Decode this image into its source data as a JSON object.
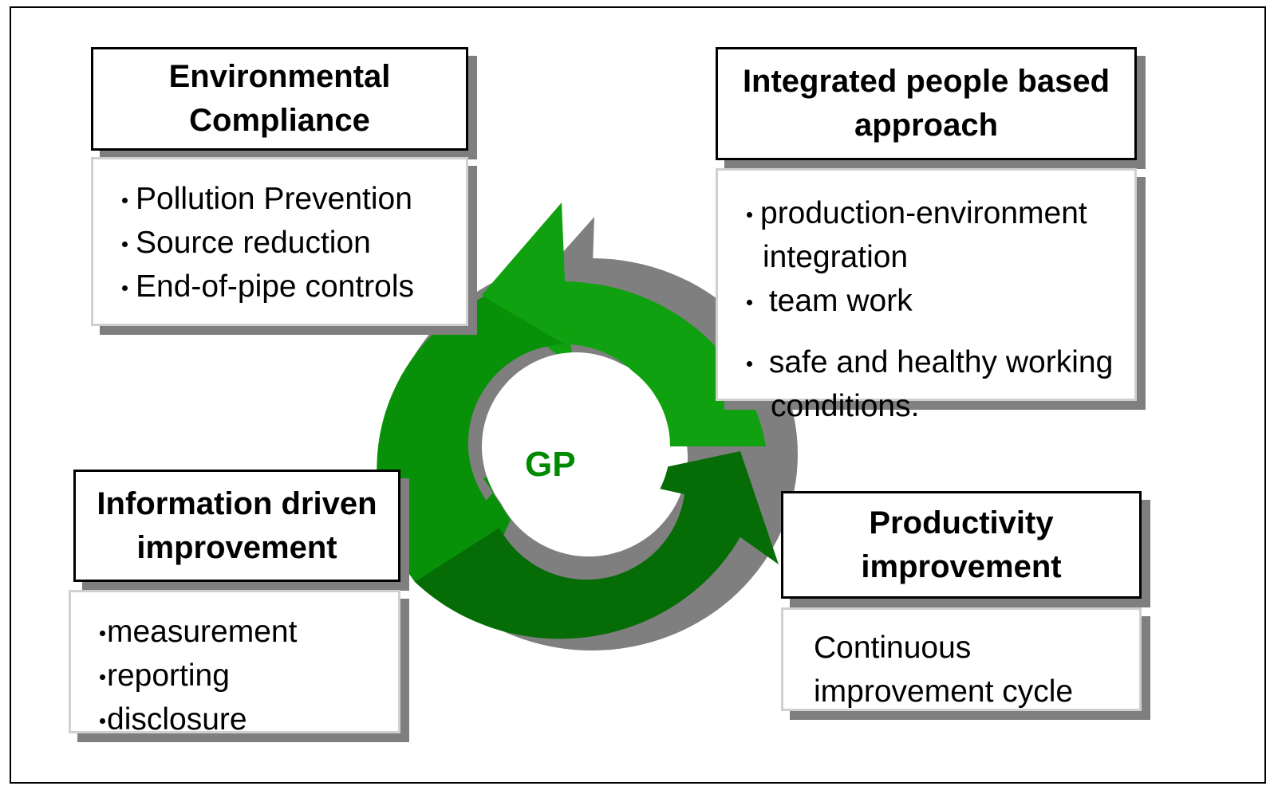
{
  "center_label": "GP",
  "colors": {
    "arrow_bright": "#10a010",
    "arrow_mid": "#088808",
    "arrow_dark": "#066a06",
    "shadow": "#7f7f7f",
    "gp_text": "#008a00"
  },
  "boxes": {
    "environmental": {
      "title": [
        "Environmental",
        "Compliance"
      ],
      "items": [
        "Pollution Prevention",
        "Source reduction",
        "End-of-pipe controls"
      ]
    },
    "integrated": {
      "title": [
        "Integrated people based",
        "approach"
      ],
      "items": [
        "production-environment",
        "integration",
        "team work",
        "safe and healthy working",
        "conditions."
      ]
    },
    "information": {
      "title": [
        "Information driven",
        "improvement"
      ],
      "items": [
        "measurement",
        "reporting",
        "disclosure"
      ]
    },
    "productivity": {
      "title": [
        "Productivity",
        "improvement"
      ],
      "items": [
        "Continuous",
        "improvement cycle"
      ]
    }
  }
}
